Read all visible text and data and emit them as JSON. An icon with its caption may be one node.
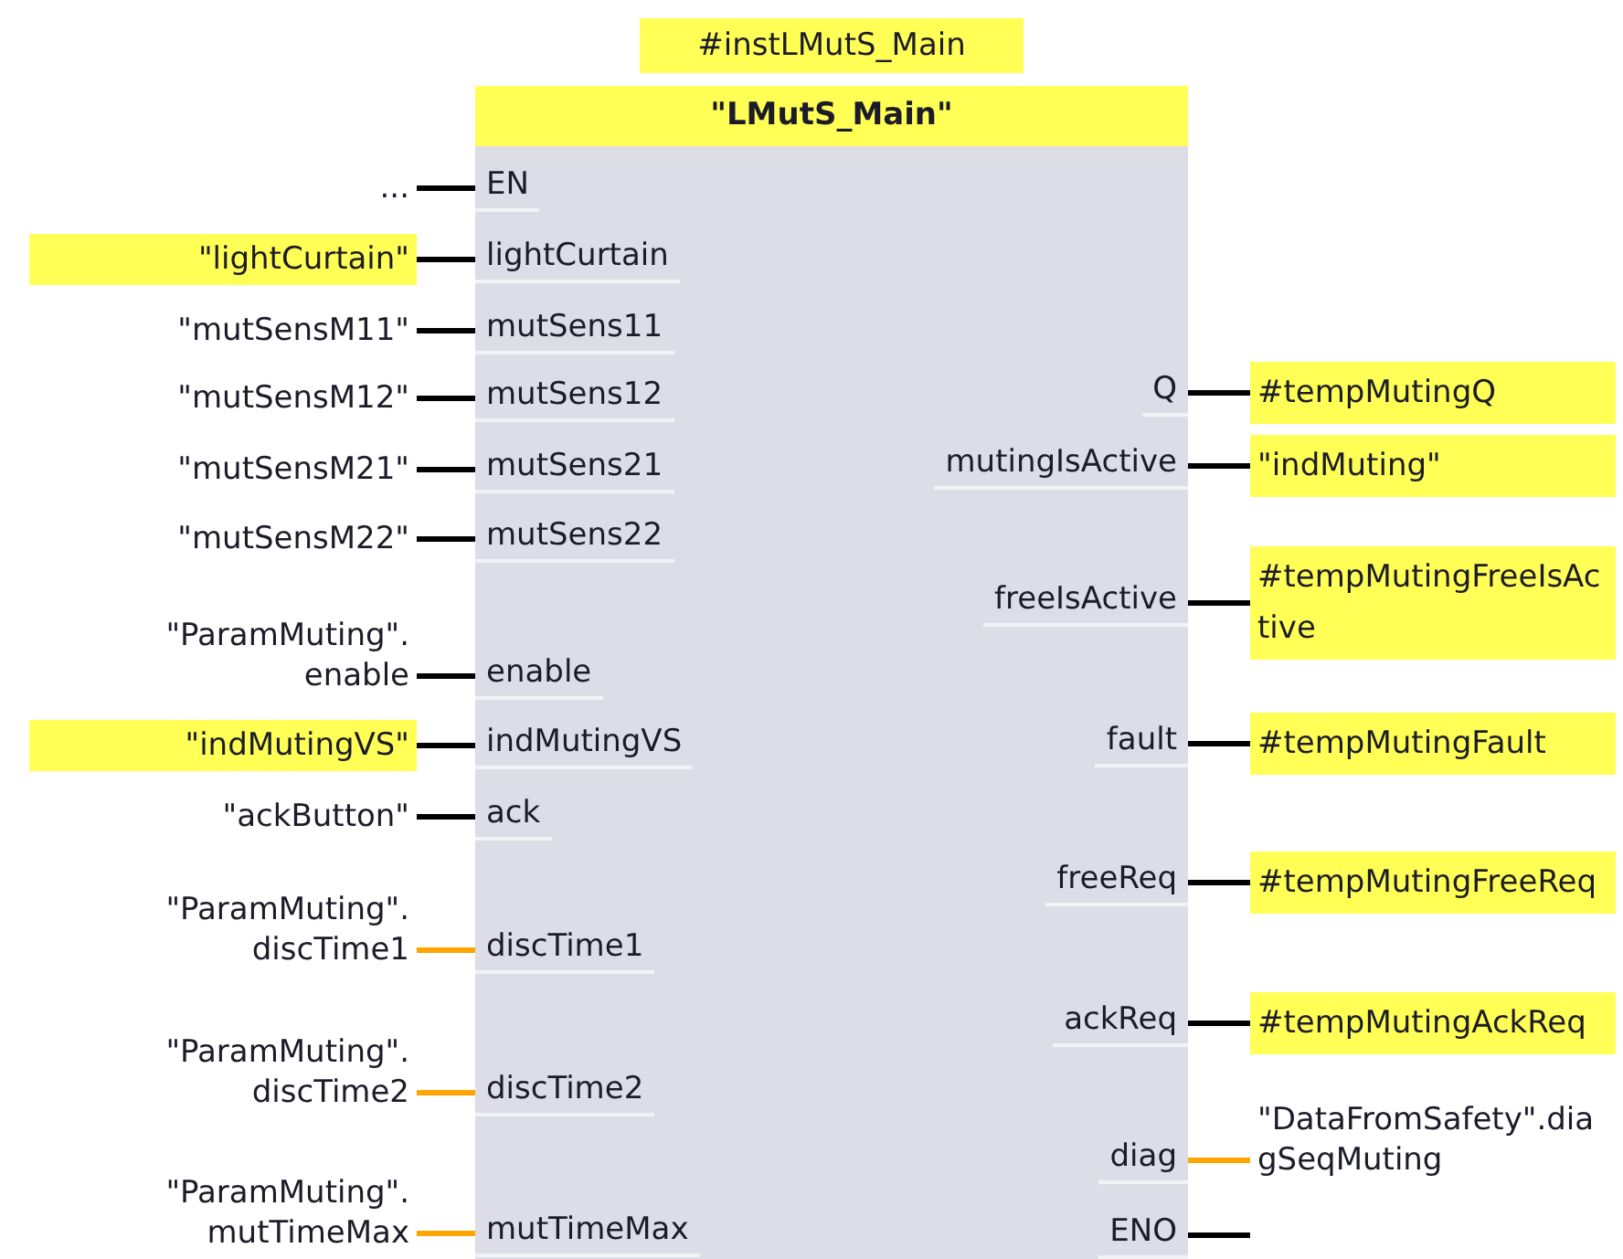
{
  "diagram": {
    "nodes": [
      {
        "text": [
          "\"LMutS_Main\""
        ]
      },
      {
        "text": [
          "EN"
        ],
        "in": 0
      },
      {
        "text": [
          "lightCurtain"
        ],
        "in": 0
      },
      {
        "text": [
          "mutSens11"
        ],
        "in": 0
      },
      {
        "text": [
          "mutSens12"
        ],
        "in": 0
      },
      {
        "text": [
          "mutSens21"
        ],
        "in": 0
      },
      {
        "text": [
          "mutSens22"
        ],
        "in": 0
      },
      {
        "text": [
          "enable"
        ],
        "in": 0
      },
      {
        "text": [
          "indMutingVS"
        ],
        "in": 0
      },
      {
        "text": [
          "ack"
        ],
        "in": 0
      },
      {
        "text": [
          "discTime1"
        ],
        "in": 0
      },
      {
        "text": [
          "discTime2"
        ],
        "in": 0
      },
      {
        "text": [
          "mutTimeMax"
        ],
        "in": 0
      },
      {
        "text": [
          "Q"
        ],
        "in": 0
      },
      {
        "text": [
          "mutingIsActive"
        ],
        "in": 0
      },
      {
        "text": [
          "freeIsActive"
        ],
        "in": 0
      },
      {
        "text": [
          "fault"
        ],
        "in": 0
      },
      {
        "text": [
          "freeReq"
        ],
        "in": 0
      },
      {
        "text": [
          "ackReq"
        ],
        "in": 0
      },
      {
        "text": [
          "diag"
        ],
        "in": 0
      },
      {
        "text": [
          "ENO"
        ],
        "in": 0
      },
      {
        "text": [
          "..."
        ]
      },
      {
        "text": [
          "\"lightCurtain\""
        ]
      },
      {
        "text": [
          "\"mutSensM11\""
        ]
      },
      {
        "text": [
          "\"mutSensM12\""
        ]
      },
      {
        "text": [
          "\"mutSensM21\""
        ]
      },
      {
        "text": [
          "\"mutSensM22\""
        ]
      },
      {
        "text": [
          "\"ParamMuting\". enable"
        ]
      },
      {
        "text": [
          "\"indMutingVS\""
        ]
      },
      {
        "text": [
          "\"ackButton\""
        ]
      },
      {
        "text": [
          "\"ParamMuting\". discTime1"
        ]
      },
      {
        "text": [
          "\"ParamMuting\". discTime2"
        ]
      },
      {
        "text": [
          "\"ParamMuting\". mutTimeMax"
        ]
      },
      {
        "text": [
          "#tempMutingQ"
        ]
      },
      {
        "text": [
          "\"indMuting\""
        ]
      },
      {
        "text": [
          "#tempMutingFreeIsActive"
        ]
      },
      {
        "text": [
          "#tempMutingFault"
        ]
      },
      {
        "text": [
          "#tempMutingFreeReq"
        ]
      },
      {
        "text": [
          "#tempMutingAckReq"
        ]
      },
      {
        "text": [
          "\"DataFromSafety\".diagSeqMuting"
        ]
      },
      {
        "text": [
          "#instLMutS_Main"
        ]
      }
    ],
    "edges": [
      {
        "from": 21,
        "to": 1,
        "arrow": "none"
      },
      {
        "from": 22,
        "to": 2,
        "arrow": "none"
      },
      {
        "from": 23,
        "to": 3,
        "arrow": "none"
      },
      {
        "from": 24,
        "to": 4,
        "arrow": "none"
      },
      {
        "from": 25,
        "to": 5,
        "arrow": "none"
      },
      {
        "from": 26,
        "to": 6,
        "arrow": "none"
      },
      {
        "from": 27,
        "to": 7,
        "arrow": "none"
      },
      {
        "from": 28,
        "to": 8,
        "arrow": "none"
      },
      {
        "from": 29,
        "to": 9,
        "arrow": "none"
      },
      {
        "from": 30,
        "to": 10,
        "arrow": "none",
        "color": "#ffa500"
      },
      {
        "from": 31,
        "to": 11,
        "arrow": "none",
        "color": "#ffa500"
      },
      {
        "from": 32,
        "to": 12,
        "arrow": "none",
        "color": "#ffa500"
      },
      {
        "from": 13,
        "to": 33,
        "arrow": "none"
      },
      {
        "from": 14,
        "to": 34,
        "arrow": "none"
      },
      {
        "from": 15,
        "to": 35,
        "arrow": "none"
      },
      {
        "from": 16,
        "to": 36,
        "arrow": "none"
      },
      {
        "from": 17,
        "to": 37,
        "arrow": "none"
      },
      {
        "from": 18,
        "to": 38,
        "arrow": "none"
      },
      {
        "from": 19,
        "to": 39,
        "arrow": "none",
        "color": "#ffa500"
      },
      {
        "from": 20,
        "to": null,
        "arrow": "none"
      }
    ]
  }
}
